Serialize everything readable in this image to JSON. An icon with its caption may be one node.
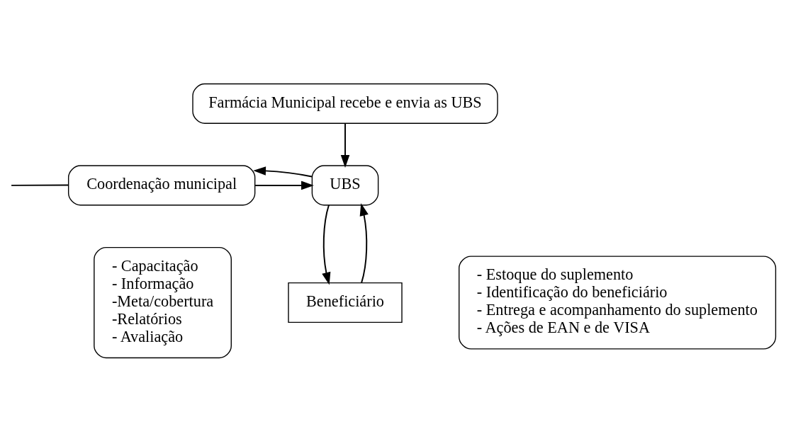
{
  "diagram": {
    "nodes": [
      {
        "text": [
          "Farmácia Municipal recebe e envia as UBS"
        ]
      },
      {
        "text": [
          "Coordenação municipal"
        ]
      },
      {
        "text": [
          "UBS"
        ]
      },
      {
        "text": [
          "- Capacitação",
          "- Informação",
          "-Meta/cobertura",
          "-Relatórios",
          "- Avaliação"
        ]
      },
      {
        "text": [
          "- Estoque do suplemento",
          "- Identificação do beneficiário",
          "- Entrega e acompanhamento do suplemento",
          "- Ações de EAN e de VISA"
        ]
      },
      {
        "text": [
          "Beneficiário"
        ]
      }
    ],
    "edges": [
      {
        "from": 0,
        "to": 2,
        "arrow": "to"
      },
      {
        "from": null,
        "to": 1,
        "arrow": "none"
      },
      {
        "from": 1,
        "to": 2,
        "arrow": "to"
      },
      {
        "from": 2,
        "to": 1,
        "arrow": "to"
      },
      {
        "from": 2,
        "to": 5,
        "arrow": "to"
      },
      {
        "from": 5,
        "to": 2,
        "arrow": "to"
      }
    ]
  }
}
